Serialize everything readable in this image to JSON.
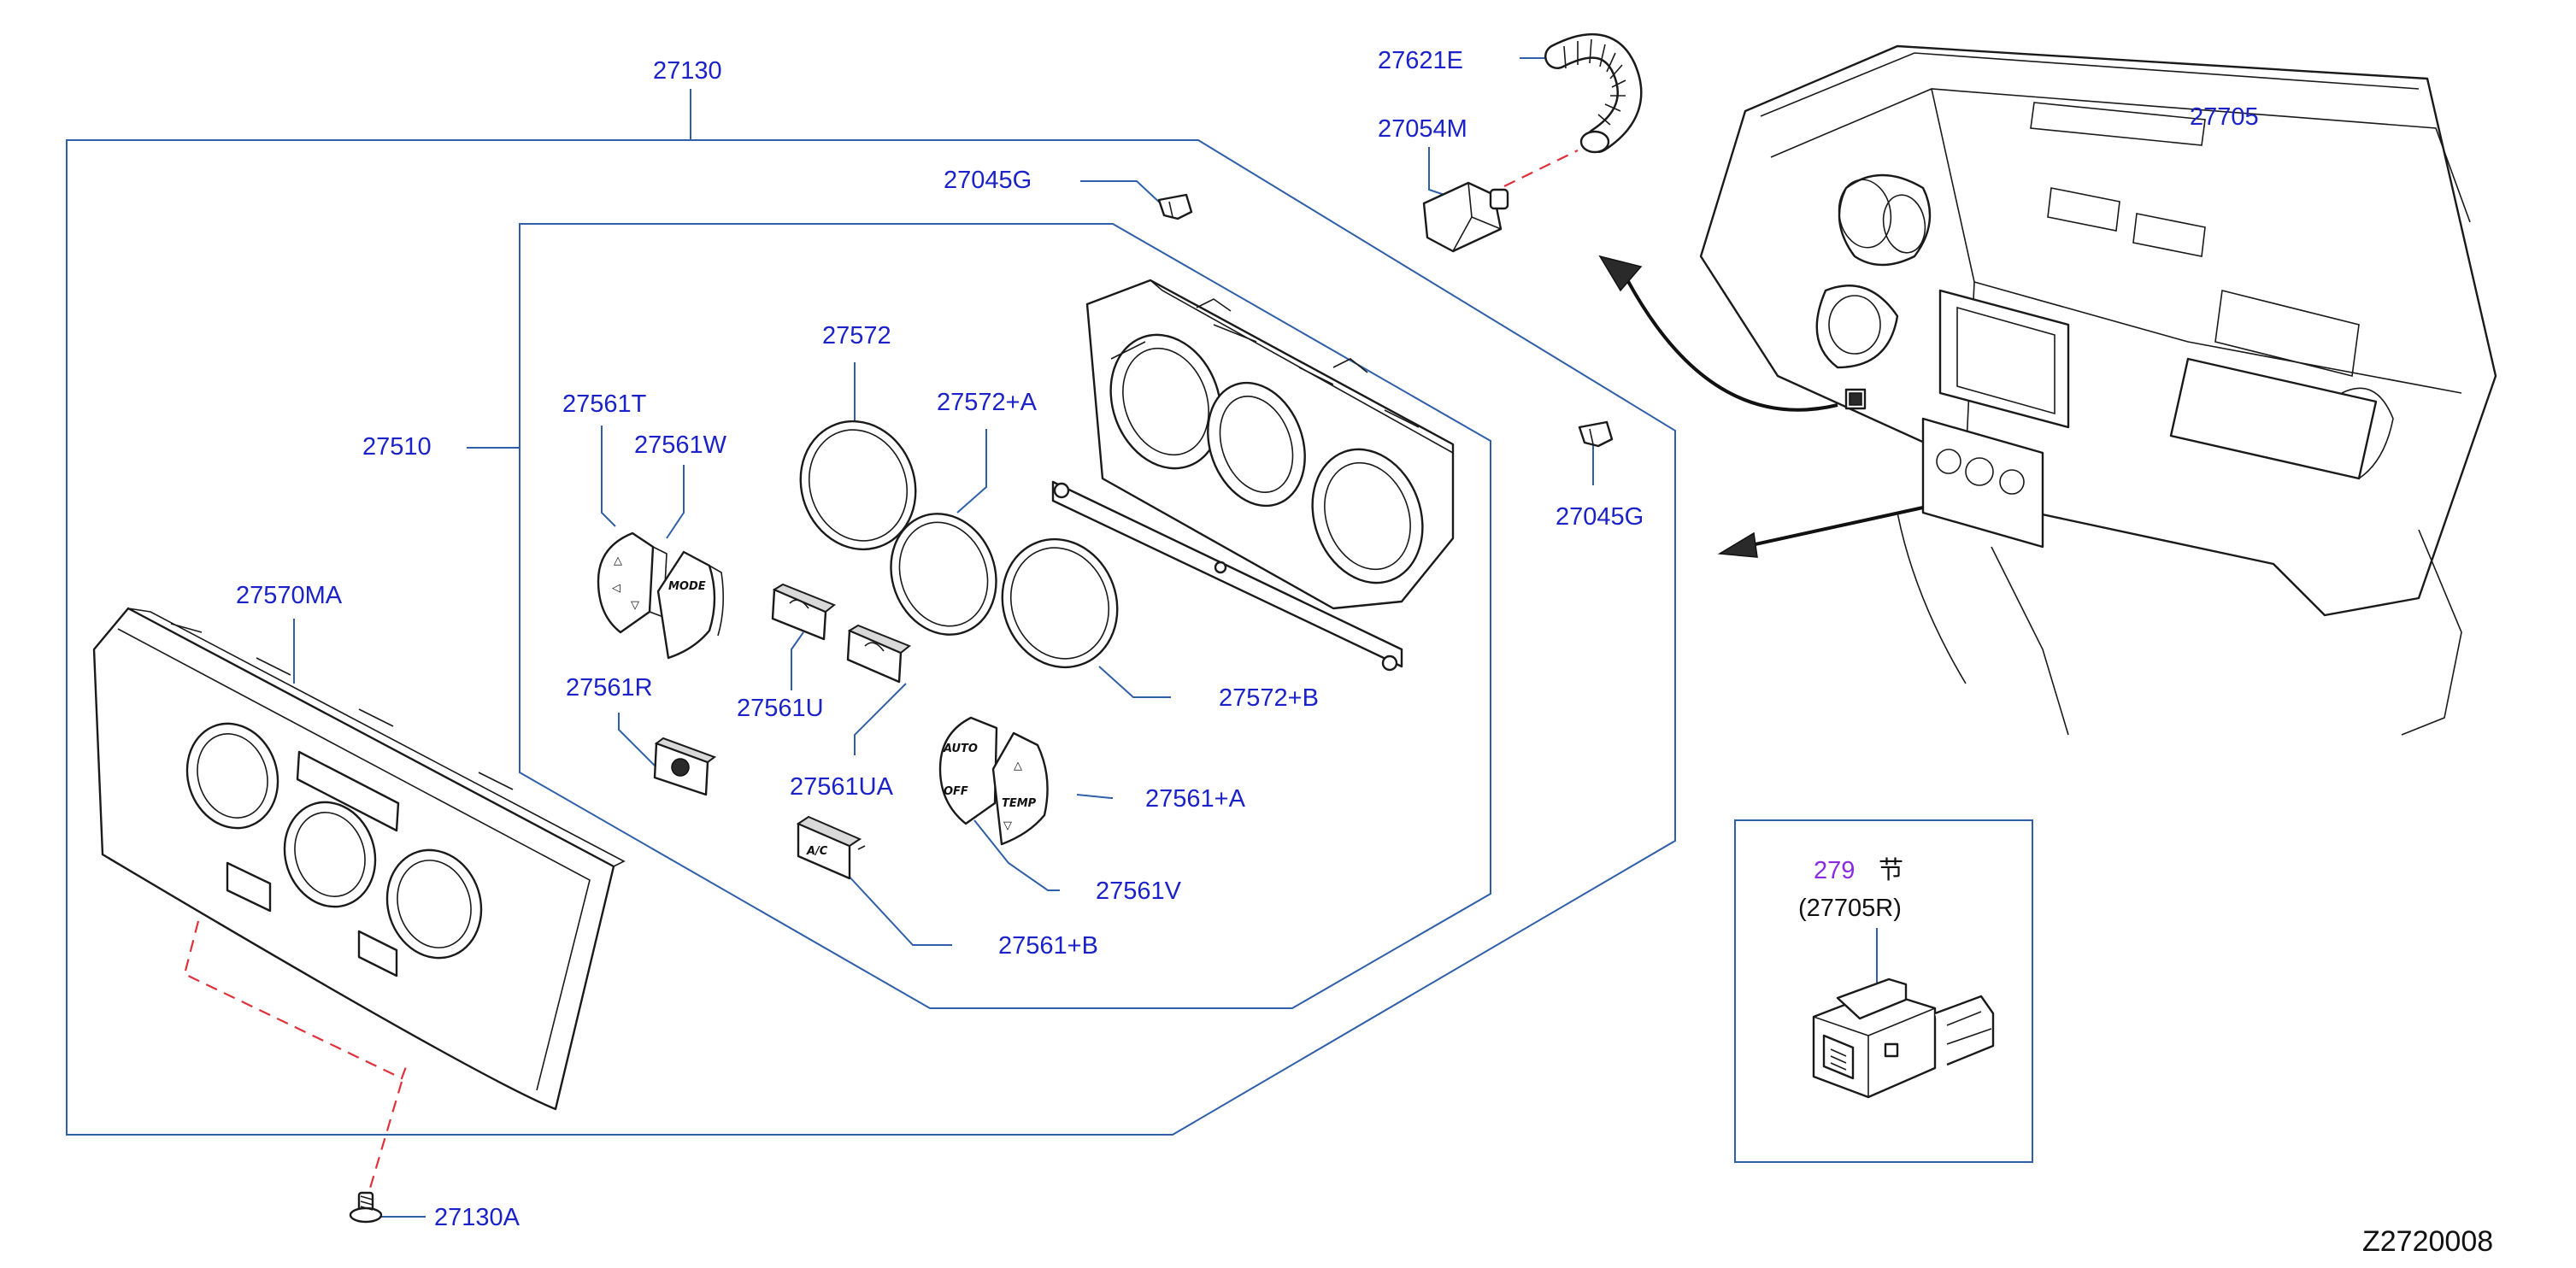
{
  "callouts": {
    "c27130": "27130",
    "c27045G_top": "27045G",
    "c27045G_right": "27045G",
    "c27510": "27510",
    "c27572": "27572",
    "c27572A": "27572+A",
    "c27572B": "27572+B",
    "c27561T": "27561T",
    "c27561W": "27561W",
    "c27561R": "27561R",
    "c27561U": "27561U",
    "c27561UA": "27561UA",
    "c27561A": "27561+A",
    "c27561V": "27561V",
    "c27561B": "27561+B",
    "c27570MA": "27570MA",
    "c27130A": "27130A",
    "c27621E": "27621E",
    "c27054M": "27054M",
    "c27705": "27705"
  },
  "inset": {
    "ref_number": "279",
    "ref_suffix": "节",
    "part_number": "(27705R)"
  },
  "diagram_id": "Z2720008",
  "button_text": {
    "mode": "MODE",
    "auto": "AUTO",
    "off": "OFF",
    "temp": "TEMP",
    "ac": "A/C"
  },
  "colors": {
    "callout_text": "#1a22c8",
    "frame_lines": "#2f5fa8",
    "dashed_leaders": "#e0303a",
    "inset_ref": "#8a2be2"
  }
}
